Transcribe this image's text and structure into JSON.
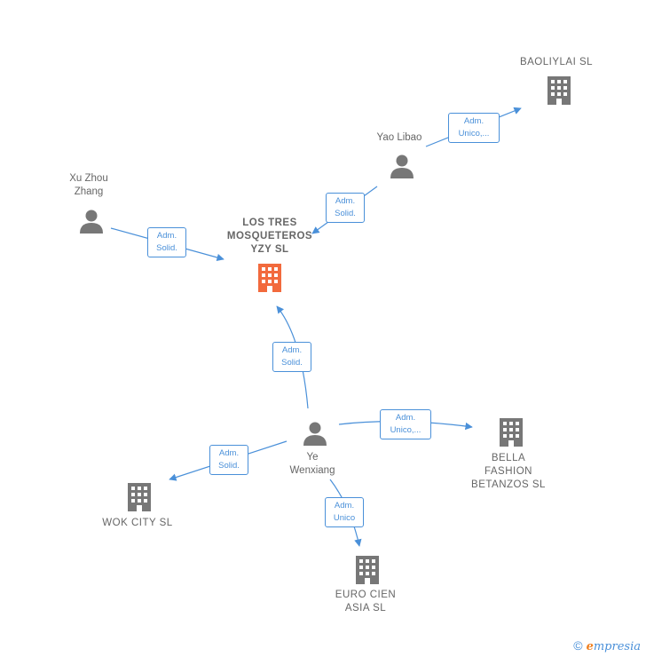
{
  "nodes": {
    "main": {
      "label": "LOS TRES\nMOSQUETEROS\nYZY  SL",
      "color": "#f26a3d"
    },
    "baoliylai": {
      "label": "BAOLIYLAI  SL"
    },
    "yao_libao": {
      "label": "Yao Libao"
    },
    "xu_zhou_zhang": {
      "label": "Xu Zhou\nZhang"
    },
    "ye_wenxiang": {
      "label": "Ye\nWenxiang"
    },
    "bella": {
      "label": "BELLA\nFASHION\nBETANZOS  SL"
    },
    "wok_city": {
      "label": "WOK CITY SL"
    },
    "euro_cien": {
      "label": "EURO CIEN\nASIA  SL"
    }
  },
  "edges": {
    "yao_to_baoliylai": "Adm.\nUnico,...",
    "yao_to_main": "Adm.\nSolid.",
    "xu_to_main": "Adm.\nSolid.",
    "ye_to_main": "Adm.\nSolid.",
    "ye_to_bella": "Adm.\nUnico,...",
    "ye_to_wok": "Adm.\nSolid.",
    "ye_to_euro": "Adm.\nUnico"
  },
  "colors": {
    "edge": "#4a90d9",
    "icon_gray": "#777777",
    "main_building": "#f26a3d"
  },
  "icons": {
    "person": "person-icon",
    "building": "building-icon"
  },
  "footer": {
    "copyright": "©",
    "brand_e": "e",
    "brand_rest": "mpresia"
  }
}
